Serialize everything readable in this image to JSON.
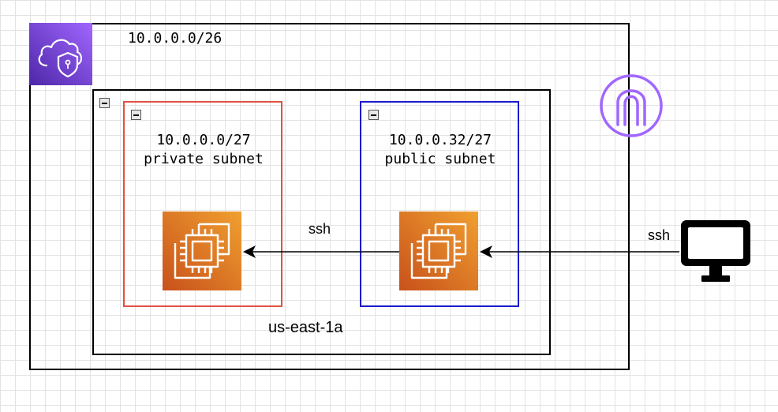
{
  "vpc": {
    "cidr": "10.0.0.0/26",
    "icon": "vpc-shield-icon"
  },
  "availability_zone": {
    "name": "us-east-1a"
  },
  "private_subnet": {
    "cidr": "10.0.0.0/27",
    "name": "private subnet",
    "instance_icon": "ec2-instance-icon"
  },
  "public_subnet": {
    "cidr": "10.0.0.32/27",
    "name": "public subnet",
    "instance_icon": "ec2-instance-icon"
  },
  "internet_gateway": {
    "icon": "internet-gateway-icon"
  },
  "client": {
    "icon": "monitor-icon"
  },
  "connections": {
    "public_to_private": "ssh",
    "client_to_public": "ssh"
  },
  "colors": {
    "private_border": "#e05243",
    "public_border": "#1a1acc",
    "vpc_icon": "#5a30b5",
    "ec2_icon": "#e07b20",
    "gateway": "#a166ff"
  }
}
